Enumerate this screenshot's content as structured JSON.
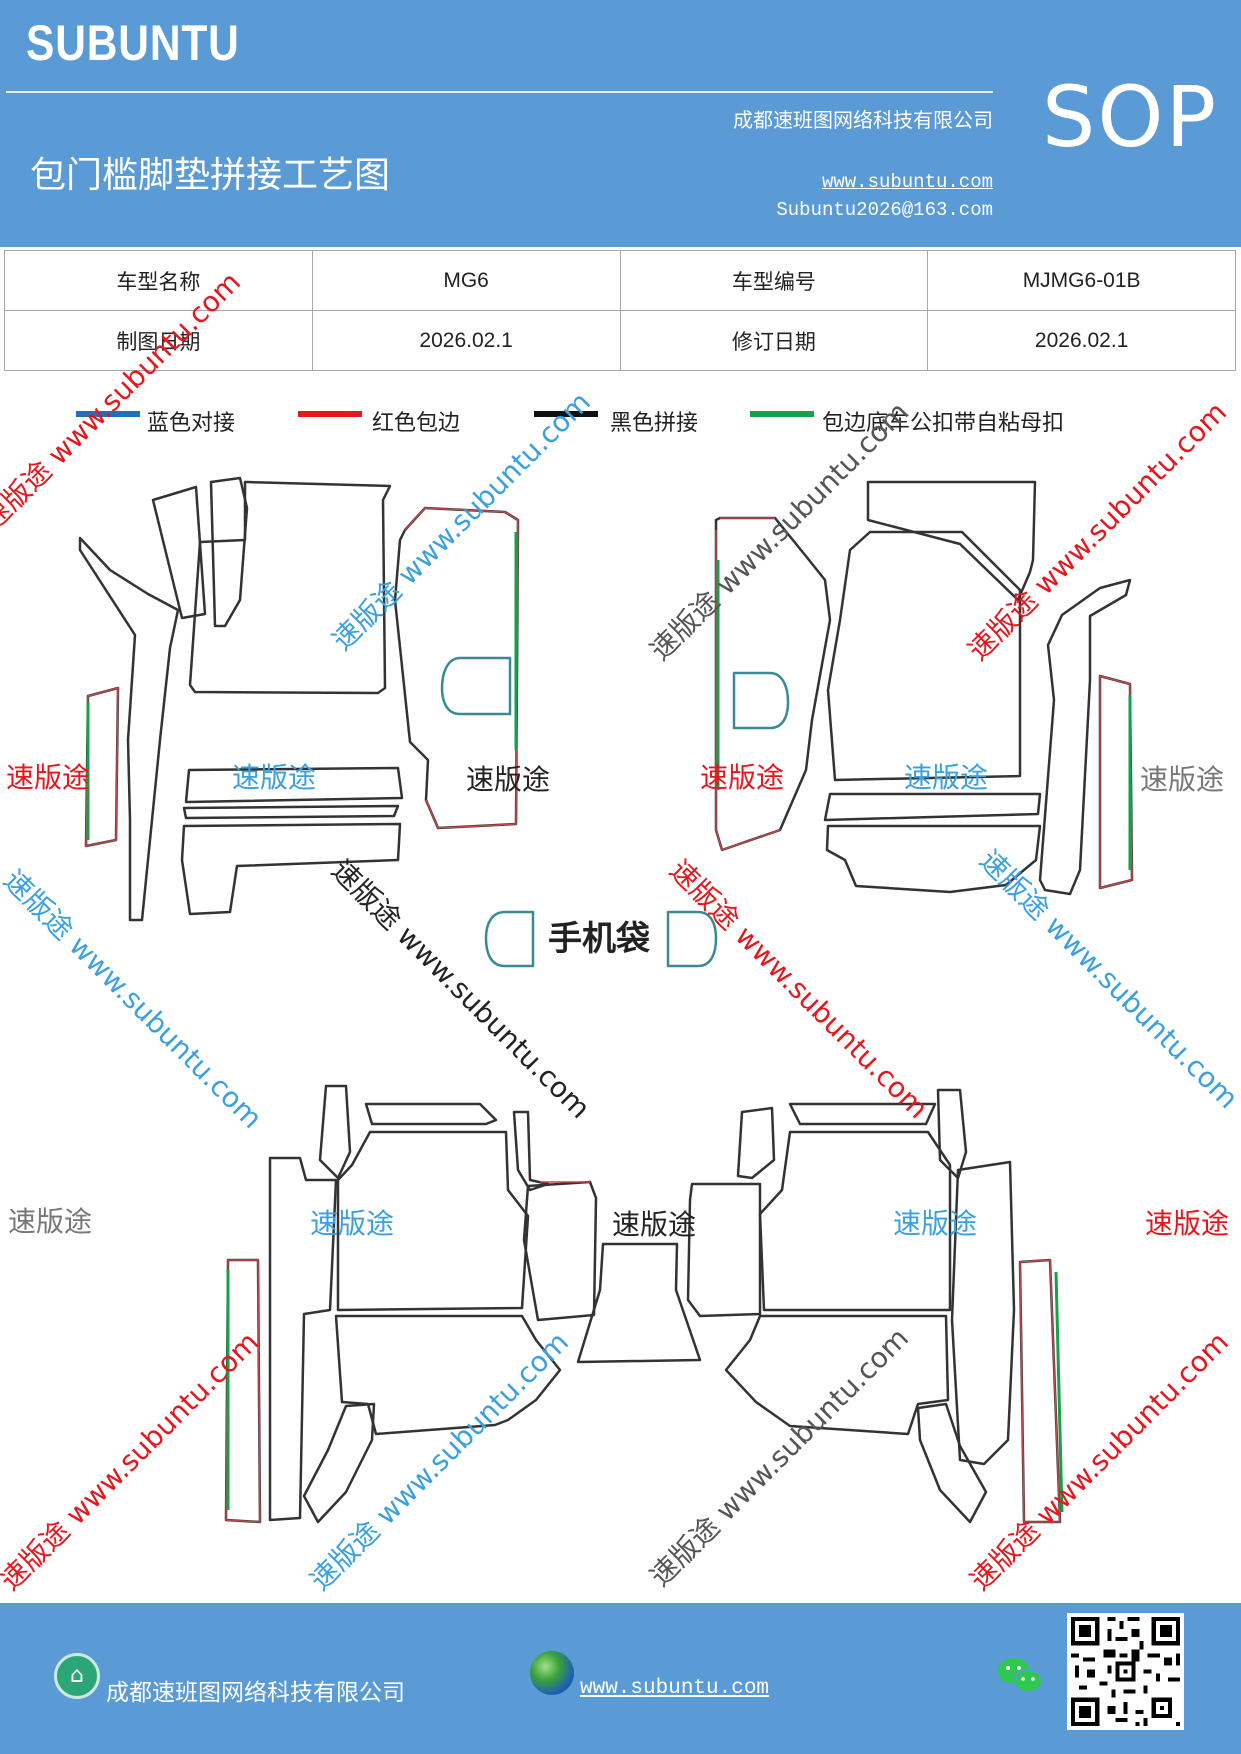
{
  "header": {
    "logo": "SUBUNTU",
    "title": "包门槛脚垫拼接工艺图",
    "company": "成都速班图网络科技有限公司",
    "website": "www.subuntu.com",
    "email": "Subuntu2026@163.com",
    "badge": "SOP"
  },
  "info": {
    "model_name_label": "车型名称",
    "model_name": "MG6",
    "model_code_label": "车型编号",
    "model_code": "MJMG6-01B",
    "draw_date_label": "制图日期",
    "draw_date": "2026.02.1",
    "revise_date_label": "修订日期",
    "revise_date": "2026.02.1"
  },
  "legend": [
    {
      "label": "蓝色对接",
      "color": "#1f6fbf"
    },
    {
      "label": "红色包边",
      "color": "#e8161c"
    },
    {
      "label": "黑色拼接",
      "color": "#111111"
    },
    {
      "label": "包边底车公扣带自粘母扣",
      "color": "#12a24a"
    }
  ],
  "diagram": {
    "phone_pocket_label": "手机袋",
    "outline_color": "#333333",
    "edge_color": "#c0474b",
    "pocket_color": "#3a8a95",
    "velcro_color": "#12a24a"
  },
  "watermark": {
    "brand": "速版途",
    "url_text": "速版途 www.subuntu.com",
    "colors": {
      "red": "#e8161c",
      "blue": "#3aa0e0",
      "black": "#222222",
      "gray": "#777777"
    }
  },
  "footer": {
    "company": "成都速班图网络科技有限公司",
    "website": "www.subuntu.com",
    "icons": [
      "home-icon",
      "globe-icon",
      "wechat-icon",
      "qr-code"
    ]
  }
}
